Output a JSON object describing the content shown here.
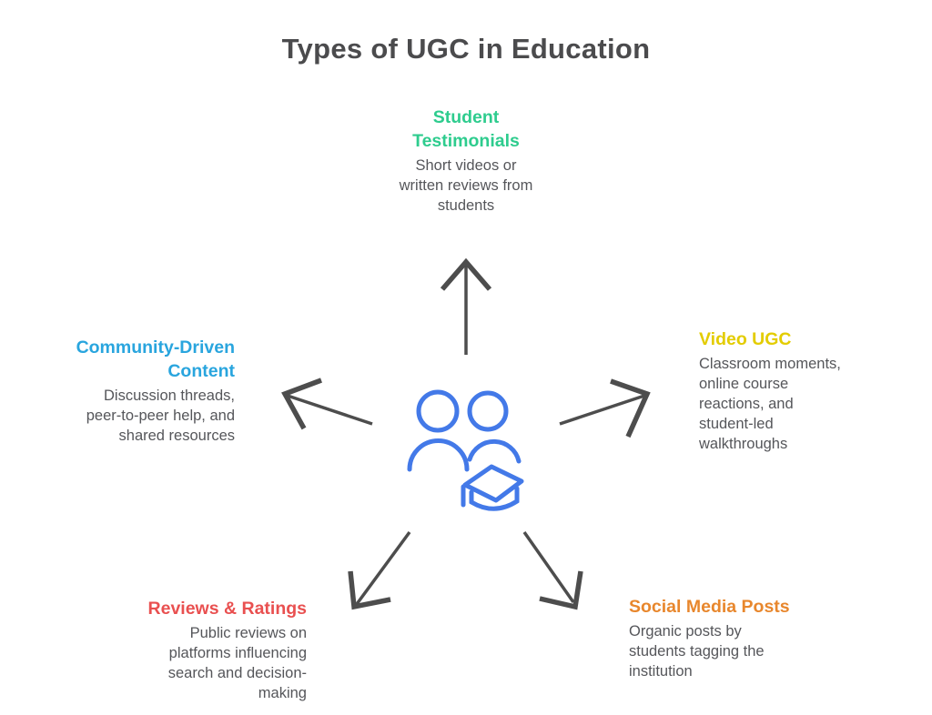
{
  "title": "Types of UGC in Education",
  "nodes": {
    "top": {
      "heading": "Student\nTestimonials",
      "description": "Short videos or\nwritten reviews from\nstudents",
      "color": "#2ECC8E"
    },
    "right": {
      "heading": "Video UGC",
      "description": "Classroom moments,\nonline course\nreactions, and\nstudent-led\nwalkthroughs",
      "color": "#E3CC00"
    },
    "left": {
      "heading": "Community-Driven\nContent",
      "description": "Discussion threads,\npeer-to-peer help, and\nshared resources",
      "color": "#29A5DE"
    },
    "bottom_left": {
      "heading": "Reviews & Ratings",
      "description": "Public reviews on\nplatforms influencing\nsearch and decision-\nmaking",
      "color": "#E95050"
    },
    "bottom_right": {
      "heading": "Social Media Posts",
      "description": "Organic posts by\nstudents tagging the\ninstitution",
      "color": "#E8872D"
    }
  },
  "center_icon": {
    "name": "students-group-with-graduation-cap-icon",
    "color": "#4379E8"
  },
  "arrow_color": "#4D4D4D",
  "title_color": "#4B4B4D",
  "body_text_color": "#55565A"
}
